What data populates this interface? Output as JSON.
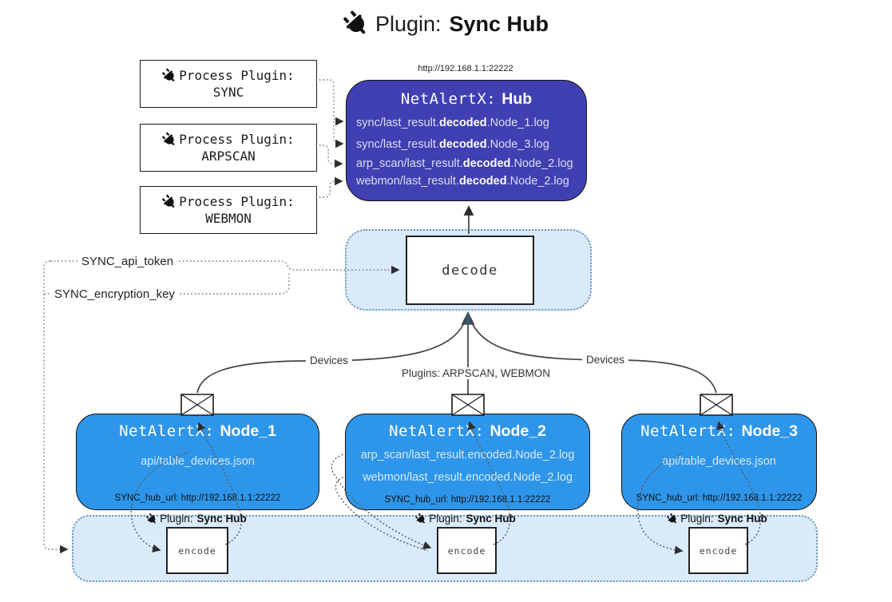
{
  "title": {
    "icon": "plug-icon",
    "prefix": "Plugin:",
    "name": "Sync Hub"
  },
  "process_plugins": [
    {
      "label": "Process Plugin:",
      "name": "SYNC"
    },
    {
      "label": "Process Plugin:",
      "name": "ARPSCAN"
    },
    {
      "label": "Process Plugin:",
      "name": "WEBMON"
    }
  ],
  "hub": {
    "url": "http://192.168.1.1:22222",
    "title_prefix": "NetAlertX:",
    "title_name": "Hub",
    "files": [
      {
        "pre": "sync/last_result.",
        "bold": "decoded",
        "post": ".Node_1.log"
      },
      {
        "pre": "sync/last_result.",
        "bold": "decoded",
        "post": ".Node_3.log"
      },
      {
        "pre": "arp_scan/last_result.",
        "bold": "decoded",
        "post": ".Node_2.log"
      },
      {
        "pre": "webmon/last_result.",
        "bold": "decoded",
        "post": ".Node_2.log"
      }
    ]
  },
  "decode_label": "decode",
  "settings": {
    "api_token": "SYNC_api_token",
    "encryption_key": "SYNC_encryption_key"
  },
  "edge_labels": {
    "left": "Devices",
    "middle": "Plugins: ARPSCAN, WEBMON",
    "right": "Devices"
  },
  "nodes": [
    {
      "title_prefix": "NetAlertX:",
      "title_name": "Node_1",
      "files": [
        "api/table_devices.json"
      ],
      "hub_url": "SYNC_hub_url: http://192.168.1.1:22222"
    },
    {
      "title_prefix": "NetAlertX:",
      "title_name": "Node_2",
      "files": [
        "arp_scan/last_result.encoded.Node_2.log",
        "webmon/last_result.encoded.Node_2.log"
      ],
      "hub_url": "SYNC_hub_url: http://192.168.1.1:22222"
    },
    {
      "title_prefix": "NetAlertX:",
      "title_name": "Node_3",
      "files": [
        "api/table_devices.json"
      ],
      "hub_url": "SYNC_hub_url: http://192.168.1.1:22222"
    }
  ],
  "encoders": [
    {
      "plugin_prefix": "Plugin:",
      "plugin_name": "Sync Hub",
      "box_label": "encode"
    },
    {
      "plugin_prefix": "Plugin:",
      "plugin_name": "Sync Hub",
      "box_label": "encode"
    },
    {
      "plugin_prefix": "Plugin:",
      "plugin_name": "Sync Hub",
      "box_label": "encode"
    }
  ],
  "colors": {
    "hub_fill": "#4040b2",
    "node_fill": "#2e96ea",
    "panel_fill": "#d9eafb",
    "panel_border": "#6e93b5",
    "arrow_dark": "#2e2e2e",
    "arrow_slate": "#3d566b"
  }
}
